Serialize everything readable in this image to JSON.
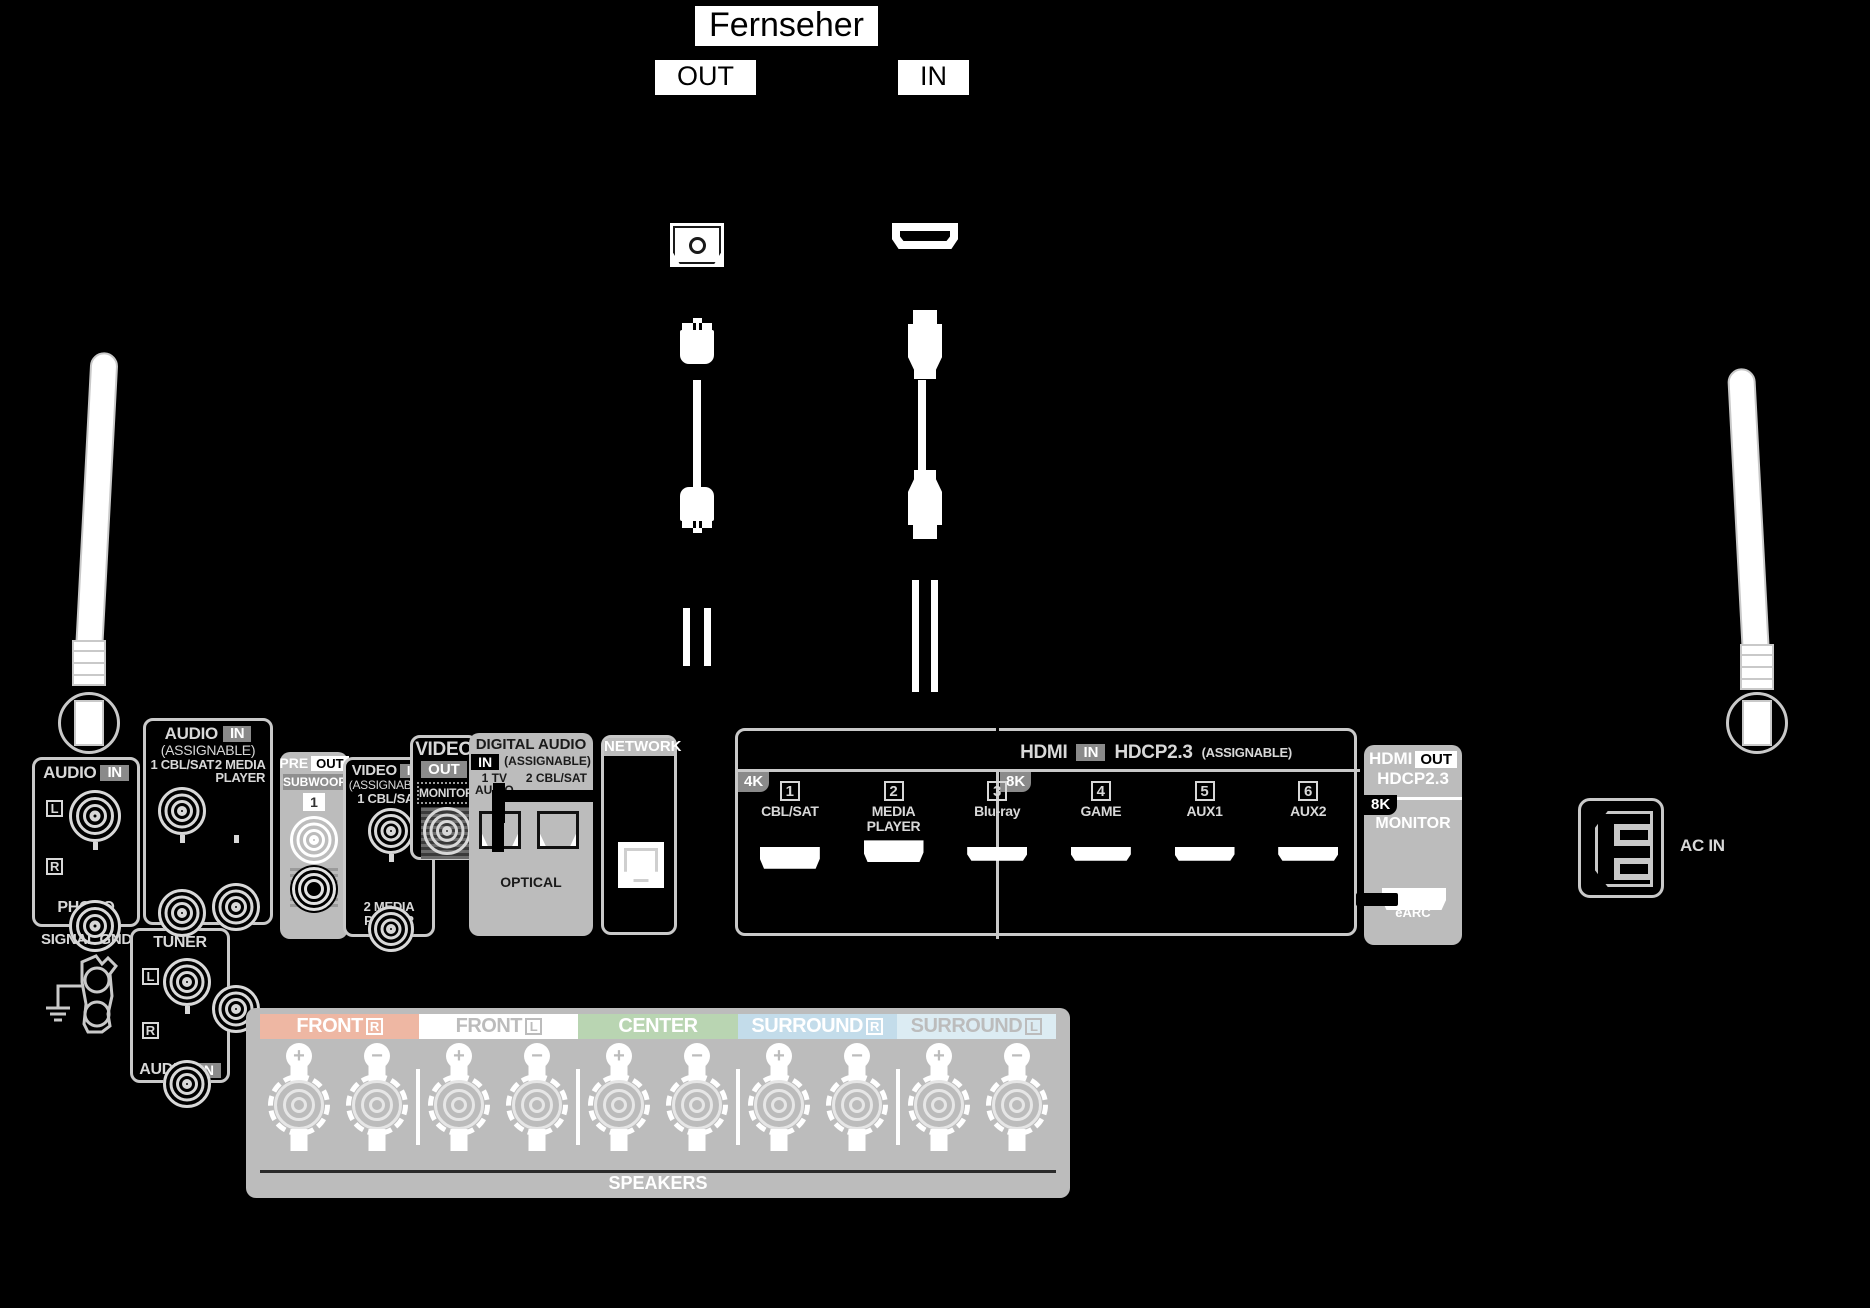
{
  "diagram": {
    "title": "Fernseher",
    "tv_out_tag": "OUT",
    "tv_in_tag": "IN",
    "cables": [
      {
        "name": "optical-cable",
        "icon": "optical-toslink-icon",
        "target": "OUT"
      },
      {
        "name": "hdmi-cable",
        "icon": "hdmi-connector-icon",
        "target": "IN"
      }
    ]
  },
  "antennas": {
    "left_label": "antenna-left",
    "right_label": "antenna-right"
  },
  "panel": {
    "phono": {
      "header_text": "AUDIO",
      "header_chip": "IN",
      "label": "PHONO",
      "jacks": [
        {
          "channel": "L"
        },
        {
          "channel": "R"
        }
      ]
    },
    "signal_gnd": {
      "label": "SIGNAL GND"
    },
    "tuner": {
      "title": "TUNER",
      "footer_text": "AUDIO",
      "footer_chip": "IN",
      "jacks": [
        {
          "channel": "L"
        },
        {
          "channel": "R"
        }
      ]
    },
    "audio_in_assignable": {
      "header_text": "AUDIO",
      "header_chip": "IN",
      "sub": "(ASSIGNABLE)",
      "inputs": [
        {
          "num": "1",
          "name": "CBL/SAT"
        },
        {
          "num": "2",
          "name": "MEDIA",
          "name2": "PLAYER"
        }
      ]
    },
    "pre_out": {
      "header_text": "PRE",
      "header_chip": "OUT",
      "row": "SUBWOOFER",
      "num": "1"
    },
    "video_in": {
      "header_text": "VIDEO",
      "header_chip": "IN",
      "sub": "(ASSIGNABLE)",
      "inputs": [
        {
          "num": "1",
          "name": "CBL/SAT"
        },
        {
          "num": "2",
          "name": "MEDIA",
          "name2": "PLAYER"
        }
      ]
    },
    "video_out": {
      "header_text": "VIDEO",
      "header_chip": "OUT",
      "monitor": "MONITOR"
    },
    "digital_audio": {
      "title": "DIGITAL AUDIO",
      "chip": "IN",
      "sub": "(ASSIGNABLE)",
      "inputs": [
        {
          "num": "1",
          "name": "TV",
          "name2": "AUDIO"
        },
        {
          "num": "2",
          "name": "CBL/SAT"
        }
      ],
      "footer": "OPTICAL"
    },
    "network": {
      "title": "NETWORK"
    },
    "hdmi_in": {
      "title_pre": "HDMI",
      "title_chip": "IN",
      "title_post": "HDCP2.3",
      "assignable": "(ASSIGNABLE)",
      "badge_left": "4K",
      "badge_right": "8K",
      "ports": [
        {
          "num": "1",
          "name": "CBL/SAT",
          "name2": ""
        },
        {
          "num": "2",
          "name": "MEDIA",
          "name2": "PLAYER"
        },
        {
          "num": "3",
          "name": "Blu-ray",
          "name2": ""
        },
        {
          "num": "4",
          "name": "GAME",
          "name2": ""
        },
        {
          "num": "5",
          "name": "AUX1",
          "name2": ""
        },
        {
          "num": "6",
          "name": "AUX2",
          "name2": ""
        }
      ]
    },
    "hdmi_out": {
      "title_pre": "HDMI",
      "title_chip": "OUT",
      "title_sub": "HDCP2.3",
      "badge": "8K",
      "monitor": "MONITOR",
      "arc": "ARC",
      "earc": "eARC"
    },
    "ac_in": {
      "label": "AC IN"
    },
    "speakers": {
      "footer": "SPEAKERS",
      "groups": [
        {
          "label": "FRONT",
          "channel": "R",
          "bg": "#eeb7a3",
          "fg": "#ffffff"
        },
        {
          "label": "FRONT",
          "channel": "L",
          "bg": "#ffffff",
          "fg": "#bcbcbc"
        },
        {
          "label": "CENTER",
          "channel": "",
          "bg": "#b9d5b2",
          "fg": "#ffffff"
        },
        {
          "label": "SURROUND",
          "channel": "R",
          "bg": "#c3dcea",
          "fg": "#ffffff"
        },
        {
          "label": "SURROUND",
          "channel": "L",
          "bg": "#dcecf3",
          "fg": "#bcbcbc"
        }
      ],
      "terminals": [
        "+",
        "−"
      ]
    }
  },
  "colors": {
    "panel_grey": "#bcbcbc",
    "text_grey": "#d8d8d8",
    "background": "#000000"
  }
}
